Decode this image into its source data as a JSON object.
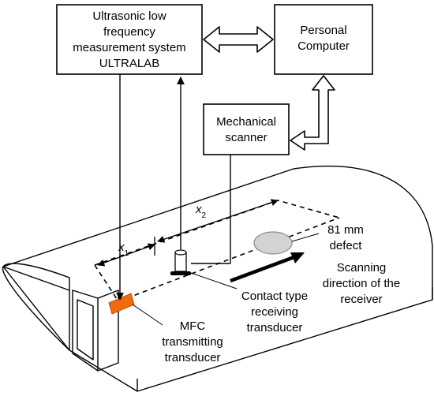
{
  "boxes": {
    "ultralab": {
      "lines": [
        "Ultrasonic low",
        "frequency",
        "measurement system",
        "ULTRALAB"
      ]
    },
    "pc": {
      "lines": [
        "Personal",
        "Computer"
      ]
    },
    "scanner": {
      "lines": [
        "Mechanical",
        "scanner"
      ]
    }
  },
  "labels": {
    "x1": {
      "base": "x",
      "sub": "1"
    },
    "x2": {
      "base": "x",
      "sub": "2"
    },
    "defect": [
      "81 mm",
      "defect"
    ],
    "scanning": [
      "Scanning",
      "direction of the",
      "receiver"
    ],
    "receiver": [
      "Contact type",
      "receiving",
      "transducer"
    ],
    "mfc": [
      "MFC",
      "transmitting",
      "transducer"
    ]
  },
  "colors": {
    "stroke": "#000000",
    "mfc": "#f06a10",
    "defect_fill": "#d3d3d3",
    "defect_stroke": "#8c8c8c"
  }
}
